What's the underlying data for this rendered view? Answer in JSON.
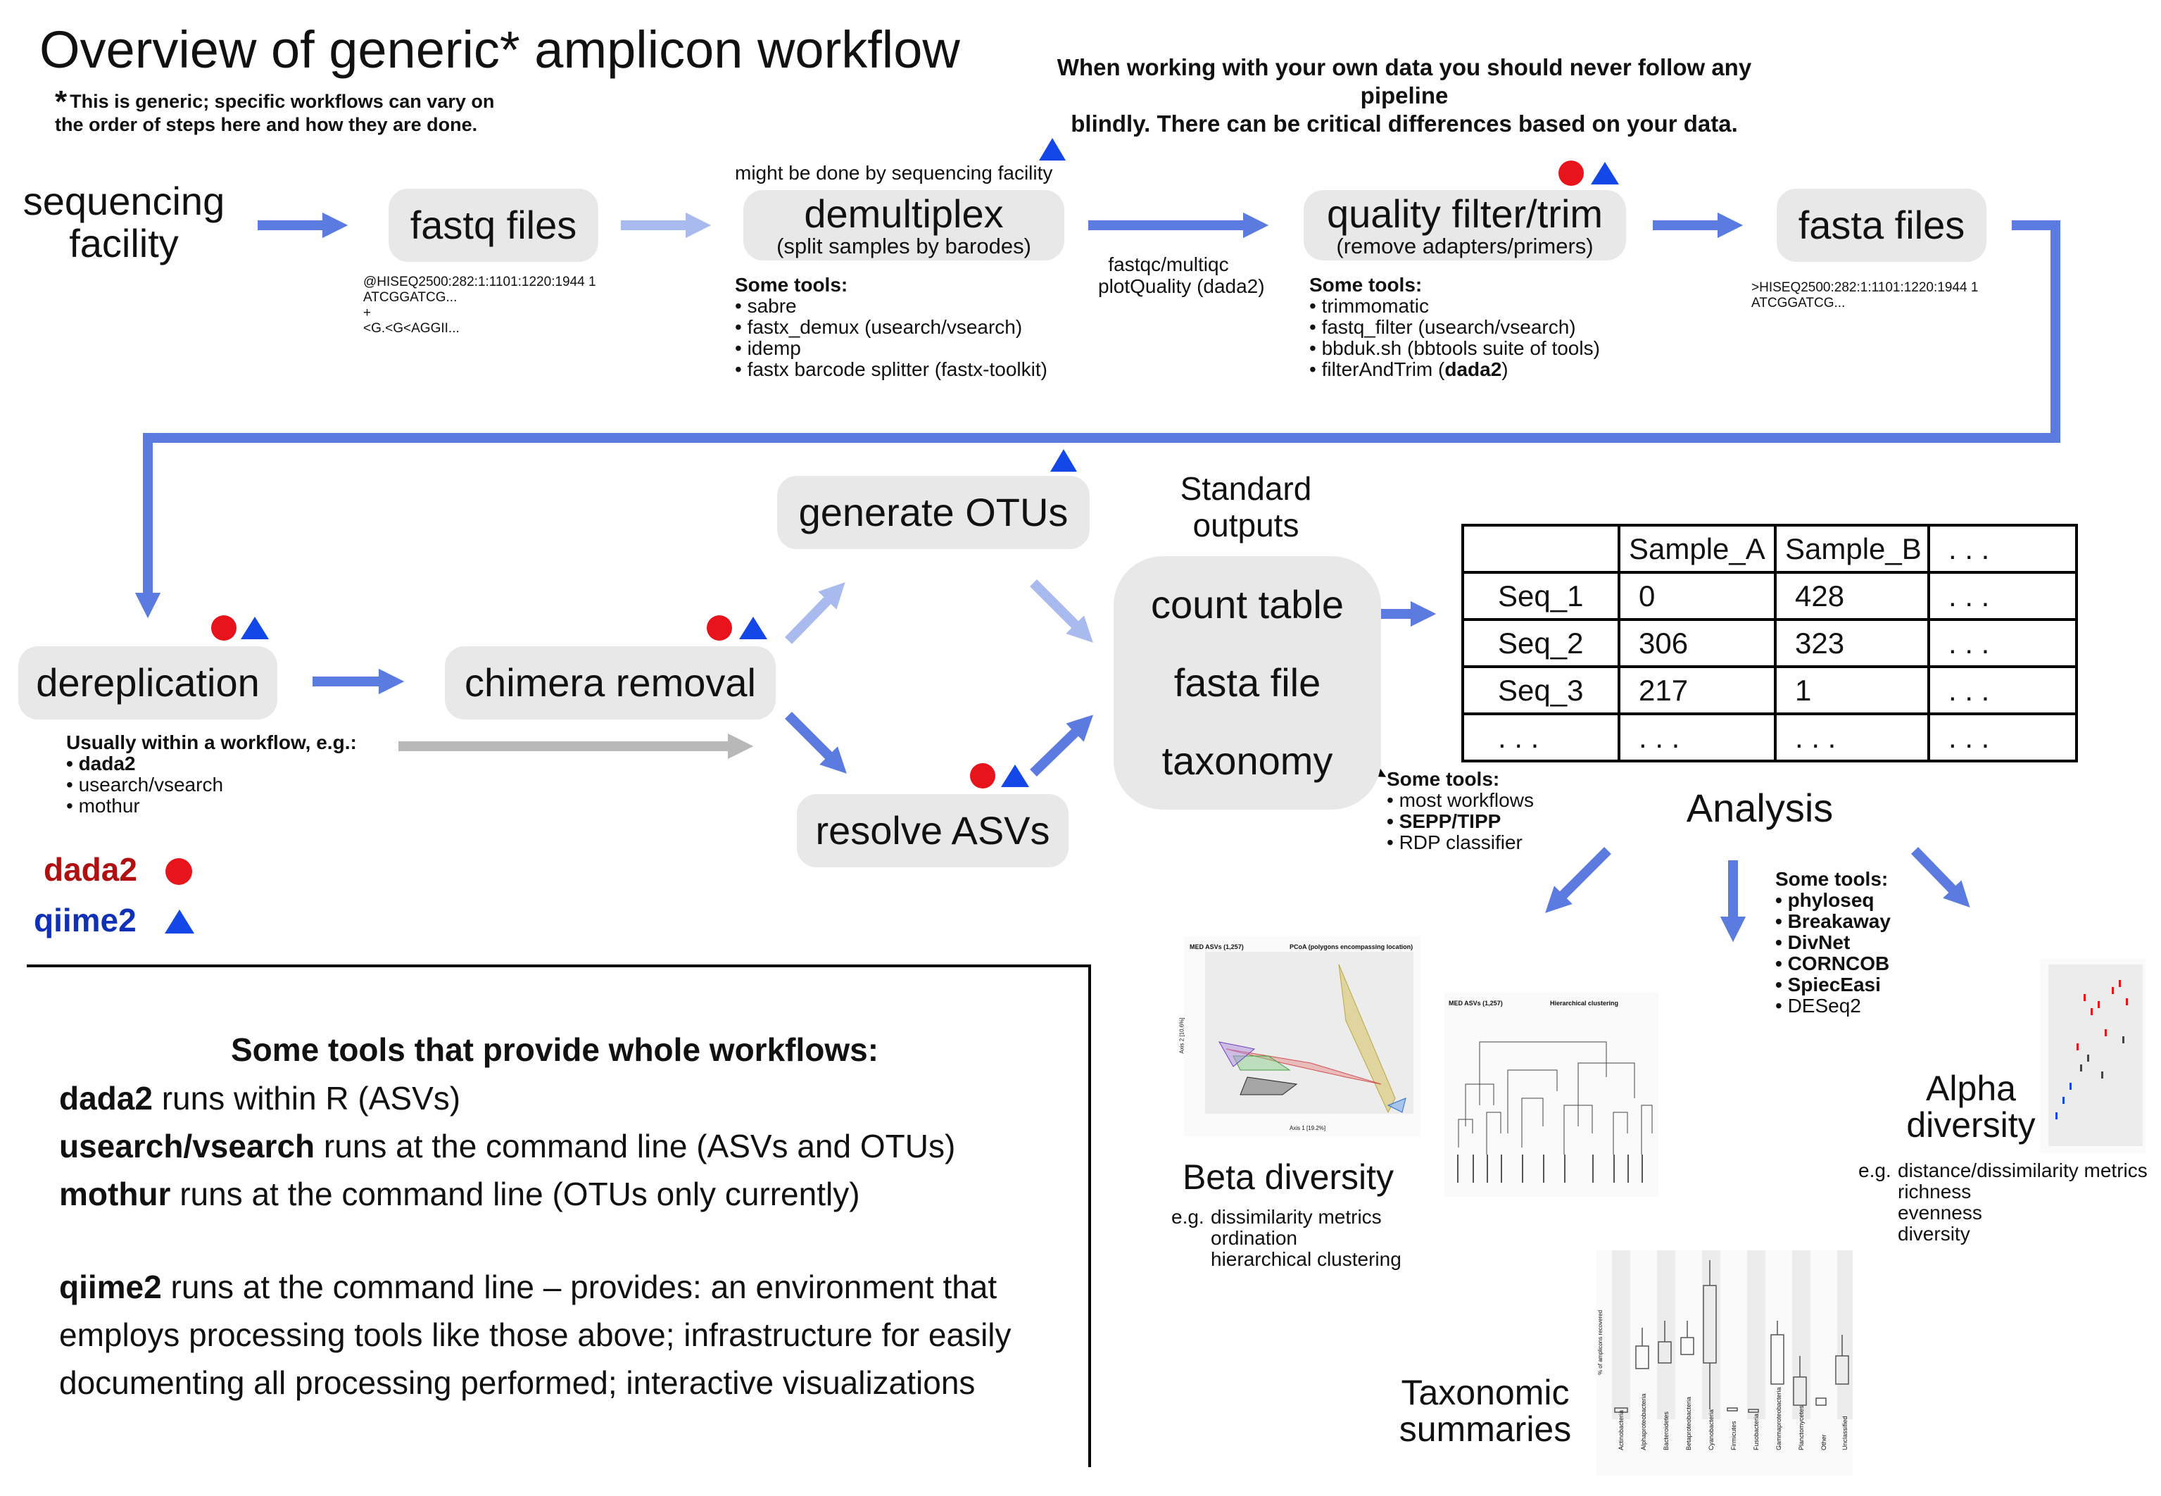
{
  "title": "Overview of generic* amplicon workflow",
  "note": {
    "star": "*",
    "line1": "This is generic; specific workflows can vary on",
    "line2": "the order of steps here and how they are done."
  },
  "warning": {
    "line1": "When working with your own data you should never follow any pipeline",
    "line2": "blindly. There can be critical differences based on your data."
  },
  "colors": {
    "arrow": "#5b7be0",
    "arrow_light": "#a9baee",
    "arrow_gray": "#b8b8b8",
    "node_bg": "#e8e8e8",
    "dada2": "#e8141c",
    "qiime2": "#1447e8",
    "dada2_text": "#b01010",
    "qiime2_text": "#1030b8"
  },
  "nodes": {
    "sequencing": {
      "line1": "sequencing",
      "line2": "facility"
    },
    "fastq": {
      "label": "fastq files",
      "example1": "@HISEQ2500:282:1:1101:1220:1944 1",
      "example2": "ATCGGATCG...",
      "example3": "+",
      "example4": "<G.<G<AGGII..."
    },
    "demultiplex": {
      "label": "demultiplex",
      "sub": "(split samples by barodes)",
      "note": "might be done by sequencing facility",
      "tools_header": "Some tools:",
      "tools": [
        "• sabre",
        "• fastx_demux (usearch/vsearch)",
        "• idemp",
        "• fastx barcode splitter (fastx-toolkit)"
      ]
    },
    "qc": {
      "line1": "fastqc/multiqc",
      "line2": "plotQuality (dada2)"
    },
    "quality": {
      "label": "quality filter/trim",
      "sub": "(remove adapters/primers)",
      "tools_header": "Some tools:",
      "tools": [
        "• trimmomatic",
        "• fastq_filter (usearch/vsearch)",
        "• bbduk.sh (bbtools suite of tools)"
      ],
      "tools_last_prefix": "• filterAndTrim (",
      "tools_last_bold": "dada2",
      "tools_last_suffix": ")"
    },
    "fasta": {
      "label": "fasta files",
      "example1": ">HISEQ2500:282:1:1101:1220:1944 1",
      "example2": "ATCGGATCG..."
    },
    "dereplication": {
      "label": "dereplication",
      "tools_header": "Usually within a workflow, e.g.:",
      "tools_bold": "• dada2",
      "tools": [
        "• usearch/vsearch",
        "• mothur"
      ]
    },
    "chimera": {
      "label": "chimera removal"
    },
    "otus": {
      "label": "generate OTUs"
    },
    "asvs": {
      "label": "resolve ASVs"
    },
    "outputs": {
      "header1": "Standard",
      "header2": "outputs",
      "items": [
        "count table",
        "fasta file",
        "taxonomy"
      ]
    },
    "taxonomy_tools": {
      "header": "Some tools:",
      "t1": "• most workflows",
      "t2": "• SEPP/TIPP",
      "t3": "• RDP classifier"
    }
  },
  "count_table": {
    "header": [
      "",
      "Sample_A",
      "Sample_B",
      ". . ."
    ],
    "rows": [
      [
        "Seq_1",
        "0",
        "428",
        ". . ."
      ],
      [
        "Seq_2",
        "306",
        "323",
        ". . ."
      ],
      [
        "Seq_3",
        "217",
        "1",
        ". . ."
      ],
      [
        ". . .",
        ". . .",
        ". . .",
        ". . ."
      ]
    ]
  },
  "analysis": {
    "title": "Analysis",
    "tools_header": "Some tools:",
    "tools_bold": [
      "• phyloseq",
      "• Breakaway",
      "• DivNet",
      "• CORNCOB",
      "• SpiecEasi"
    ],
    "tools_plain": "• DESeq2",
    "beta": {
      "title": "Beta diversity",
      "eg": "e.g.",
      "items": [
        "dissimilarity metrics",
        "ordination",
        "hierarchical clustering"
      ]
    },
    "alpha": {
      "line1": "Alpha",
      "line2": "diversity",
      "eg": "e.g.",
      "items": [
        "distance/dissimilarity metrics",
        "richness",
        "evenness",
        "diversity"
      ]
    },
    "taxonomic": {
      "line1": "Taxonomic",
      "line2": "summaries"
    },
    "pcoa": {
      "label1": "MED ASVs (1,257)",
      "label2": "PCoA (polygons encompassing location)",
      "xlab": "Axis 1 [19.2%]",
      "ylab": "Axis 2 [10.6%]"
    },
    "cluster": {
      "label1": "MED ASVs (1,257)",
      "label2": "Hierarchical clustering"
    },
    "boxplot_ylab": "% of amplicons recovered",
    "boxplot_cats": [
      "Actinobacteria",
      "Alphaproteobacteria",
      "Bacteroidetes",
      "Betaproteobacteria",
      "Cyanobacteria",
      "Firmicutes",
      "Fusobacteria",
      "Gammaproteobacteria",
      "Planctomycetes",
      "Other",
      "Unclassified"
    ]
  },
  "legend": {
    "dada2": "dada2",
    "qiime2": "qiime2"
  },
  "workflows": {
    "header": "Some tools that provide whole workflows:",
    "lines": [
      {
        "bold": "dada2",
        "rest": " runs within R (ASVs)"
      },
      {
        "bold": "usearch/vsearch",
        "rest": " runs at the command line (ASVs and OTUs)"
      },
      {
        "bold": "mothur",
        "rest": " runs at the command line (OTUs only currently)"
      }
    ],
    "qiime_bold": "qiime2",
    "qiime_rest": " runs at the command line – provides: an environment that employs processing tools like those above; infrastructure for easily documenting all processing performed; interactive visualizations"
  }
}
